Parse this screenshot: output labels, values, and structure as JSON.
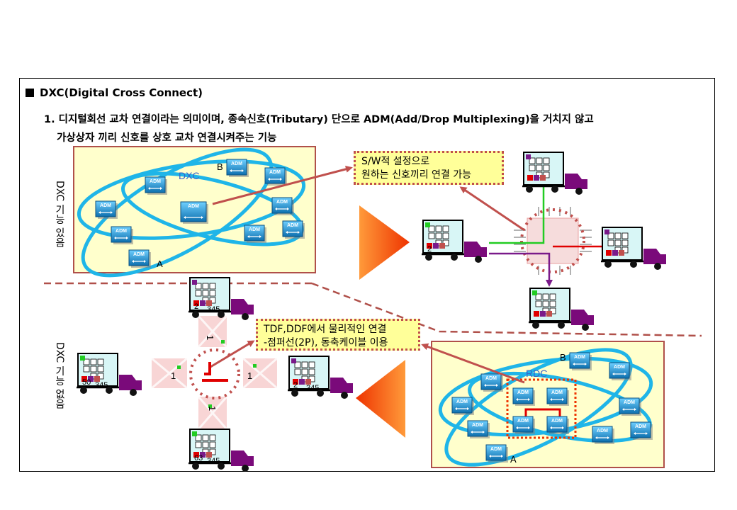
{
  "title": "DXC(Digital Cross Connect)",
  "desc_line1": "1. 디지털회선 교차 연결이라는 의미이며, 종속신호(Tributary) 단으로 ADM(Add/Drop Multiplexing)을 거치지 않고",
  "desc_line2": "가상상자 끼리 신호를 상호 교차 연결시켜주는 기능",
  "side_labels": {
    "top": "DXC 기능 있음",
    "bottom": "DXC 기능 없음"
  },
  "notes": {
    "sw_line1": "S/W적 설정으로",
    "sw_line2": "원하는 신호끼리 연결 가능",
    "tdf_line1": "TDF,DDF에서 물리적인 연결",
    "tdf_line2": "-점퍼선(2P), 동축케이블 이용"
  },
  "diagram_labels": {
    "dxc": "DXC",
    "rdc": "RDC",
    "node_a": "A",
    "node_b": "B",
    "adm": "ADM",
    "port_one": "1",
    "truck_text_1": "2",
    "truck_text_2": "345",
    "truck_text_50": "50",
    "truck_text_63": "63"
  },
  "colors": {
    "panel_fill": "#ffffcc",
    "panel_border": "#b0504a",
    "ring": "#1fb5e8",
    "arrow": "#c0504d",
    "cross_fill": "#f8d5d5",
    "cross_red": "#e00000",
    "triangle": "#ff6600",
    "truck": "#7a0a7a",
    "green_line": "#22cc22",
    "purple_line": "#7a1a8a",
    "red_line": "#e00000"
  }
}
